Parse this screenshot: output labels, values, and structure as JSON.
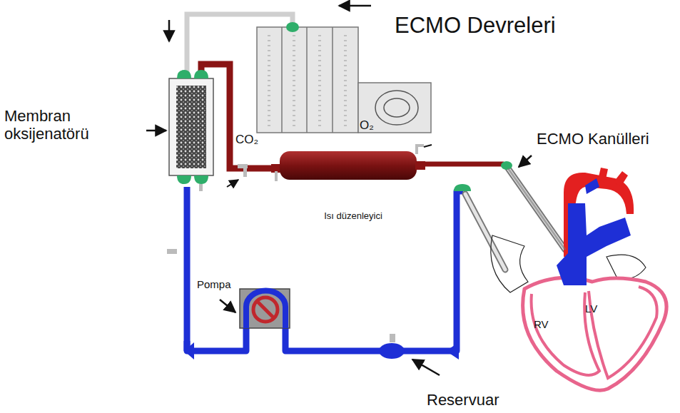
{
  "diagram": {
    "title": "ECMO Devreleri",
    "labels": [
      "Membran oksijenatörü",
      "CO₂",
      "O₂",
      "ECMO Kanülleri",
      "Isı düzenleyici",
      "Pompa",
      "Reservuar",
      "RV",
      "LV"
    ]
  }
}
